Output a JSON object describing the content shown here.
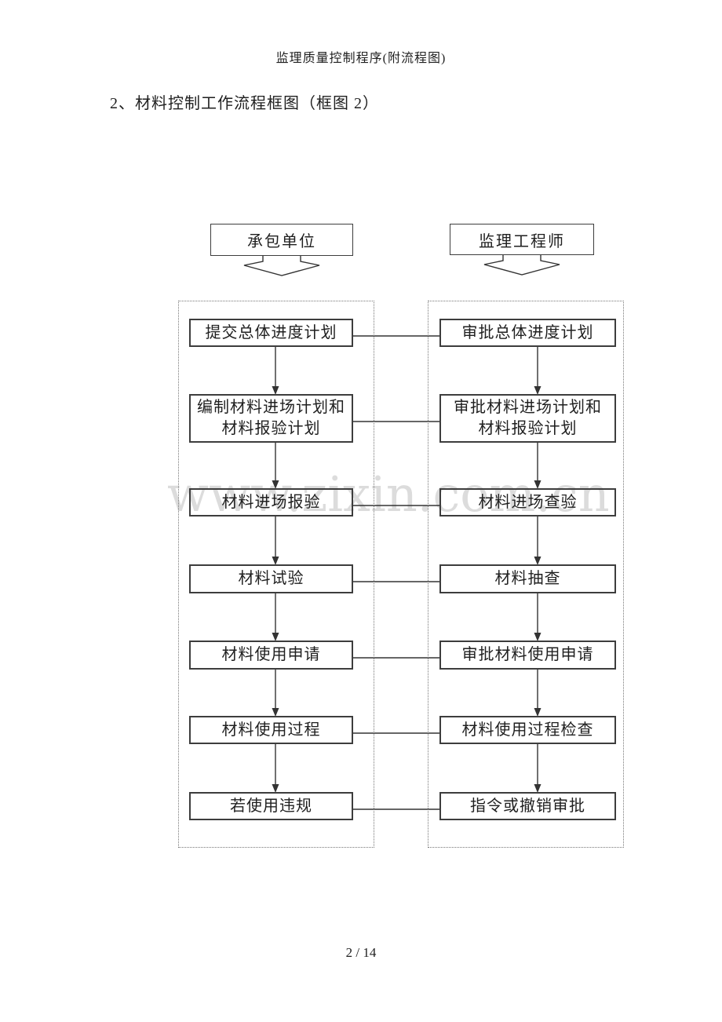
{
  "page": {
    "header": "监理质量控制程序(附流程图)",
    "section_title": "2、材料控制工作流程框图（框图 2）",
    "page_number": "2 / 14",
    "watermark": "www.zixin.com.cn"
  },
  "flowchart": {
    "column_headers": [
      "承包单位",
      "监理工程师"
    ],
    "rows": [
      {
        "left": [
          "提交总体进度计划"
        ],
        "right": [
          "审批总体进度计划"
        ]
      },
      {
        "left": [
          "编制材料进场计划和",
          "材料报验计划"
        ],
        "right": [
          "审批材料进场计划和",
          "材料报验计划"
        ]
      },
      {
        "left": [
          "材料进场报验"
        ],
        "right": [
          "材料进场查验"
        ]
      },
      {
        "left": [
          "材料试验"
        ],
        "right": [
          "材料抽查"
        ]
      },
      {
        "left": [
          "材料使用申请"
        ],
        "right": [
          "审批材料使用申请"
        ]
      },
      {
        "left": [
          "材料使用过程"
        ],
        "right": [
          "材料使用过程检查"
        ]
      },
      {
        "left": [
          "若使用违规"
        ],
        "right": [
          "指令或撤销审批"
        ]
      }
    ],
    "colors": {
      "line": "#333333",
      "box_border": "#3d3d3d",
      "dashed_border": "#777777",
      "watermark": "#dcdcdc",
      "text": "#1f1f1f"
    }
  }
}
